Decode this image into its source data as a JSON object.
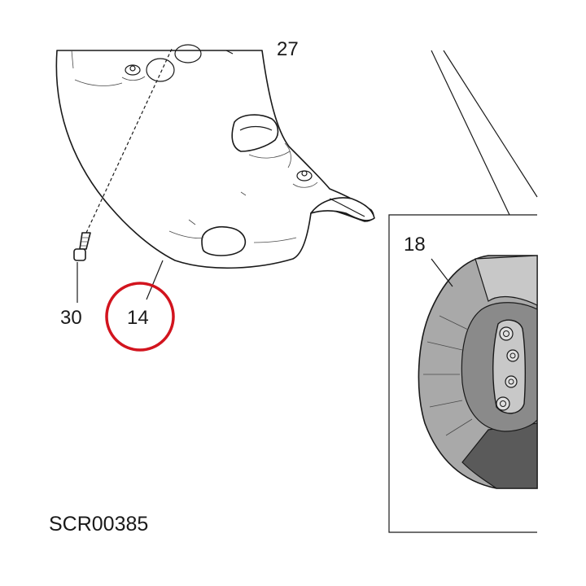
{
  "labels": {
    "part_27": "27",
    "part_30": "30",
    "part_14": "14",
    "part_18": "18",
    "figure_code": "SCR00385"
  },
  "colors": {
    "highlight": "#d2141e",
    "line": "#1a1a1a",
    "pad_light": "#a9a9a9",
    "pad_mid": "#8a8a8a",
    "pad_dark": "#5a5a5a",
    "plate": "#c8c8c8"
  }
}
